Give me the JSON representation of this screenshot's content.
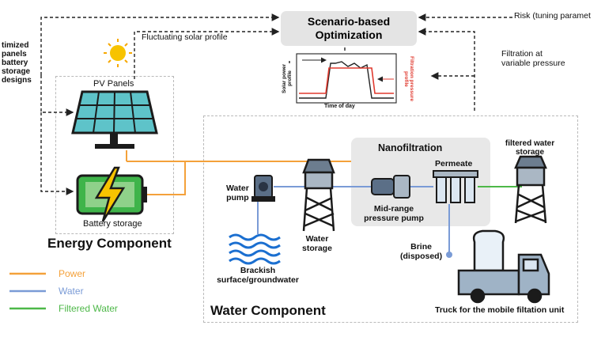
{
  "optimization": {
    "title_line1": "Scenario-based",
    "title_line2": "Optimization"
  },
  "inputs": {
    "risk": "Risk (tuning paramet",
    "filtration_line1": "Filtration at",
    "filtration_line2": "variable pressure",
    "solar_profile": "Fluctuating solar profile",
    "optimized_designs": [
      "timized",
      "panels",
      "battery",
      "storage",
      "designs"
    ]
  },
  "profile_plot": {
    "y_left": [
      "Solar power",
      "profile"
    ],
    "y_right": [
      "Filtration pressure",
      "profile"
    ],
    "x_label": "Time of day"
  },
  "energy": {
    "pv_label": "PV Panels",
    "battery_label": "Battery storage",
    "title": "Energy Component"
  },
  "water": {
    "title": "Water Component",
    "pump_label": [
      "Water",
      "pump"
    ],
    "source_label": [
      "Brackish",
      "surface/groundwater"
    ],
    "storage_label": [
      "Water",
      "storage"
    ],
    "nano_title": "Nanofiltration",
    "permeate_label": "Permeate",
    "mid_pump_label": [
      "Mid-range",
      "pressure pump"
    ],
    "brine_label": [
      "Brine",
      "(disposed)"
    ],
    "filtered_storage_label": [
      "filtered water",
      "storage"
    ],
    "truck_label": "Truck for the mobile filtation unit"
  },
  "legend": [
    {
      "label": "Power",
      "color": "#f4a13a"
    },
    {
      "label": "Water",
      "color": "#7a9bd6"
    },
    {
      "label": "Filtered Water",
      "color": "#4db848"
    }
  ],
  "colors": {
    "power": "#f4a13a",
    "water": "#7a9bd6",
    "filtered": "#4db848",
    "red_profile": "#e03a2f"
  }
}
